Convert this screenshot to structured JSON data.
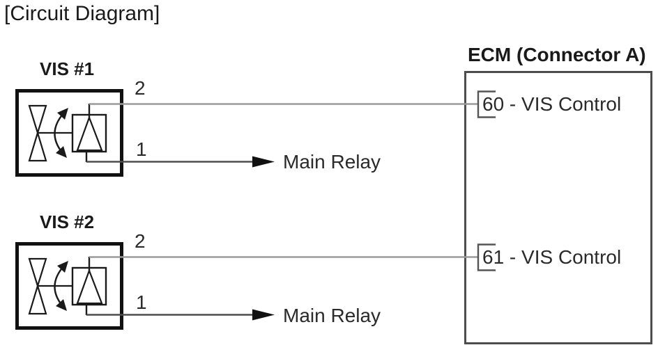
{
  "page": {
    "title": "[Circuit Diagram]"
  },
  "ecm": {
    "title": "ECM (Connector A)",
    "pins": [
      {
        "number": "60",
        "label": "60 - VIS Control"
      },
      {
        "number": "61",
        "label": "61 - VIS Control"
      }
    ]
  },
  "vis_units": [
    {
      "name": "VIS #1",
      "pin_top_number": "2",
      "pin_bottom_number": "1",
      "pin_top_target": "ECM pin 60 - VIS Control",
      "pin_bottom_target_label": "Main Relay"
    },
    {
      "name": "VIS #2",
      "pin_top_number": "2",
      "pin_bottom_number": "1",
      "pin_top_target": "ECM pin 61 - VIS Control",
      "pin_bottom_target_label": "Main Relay"
    }
  ],
  "colors": {
    "wire_to_ecm": "#9a9a9a",
    "wire_to_relay": "#4d4d4d",
    "arrowhead": "#111111",
    "component_border": "#111111",
    "ecm_border": "#4d4d4d",
    "symbol_line": "#1a1a1a",
    "text": "#1a1a1a"
  }
}
